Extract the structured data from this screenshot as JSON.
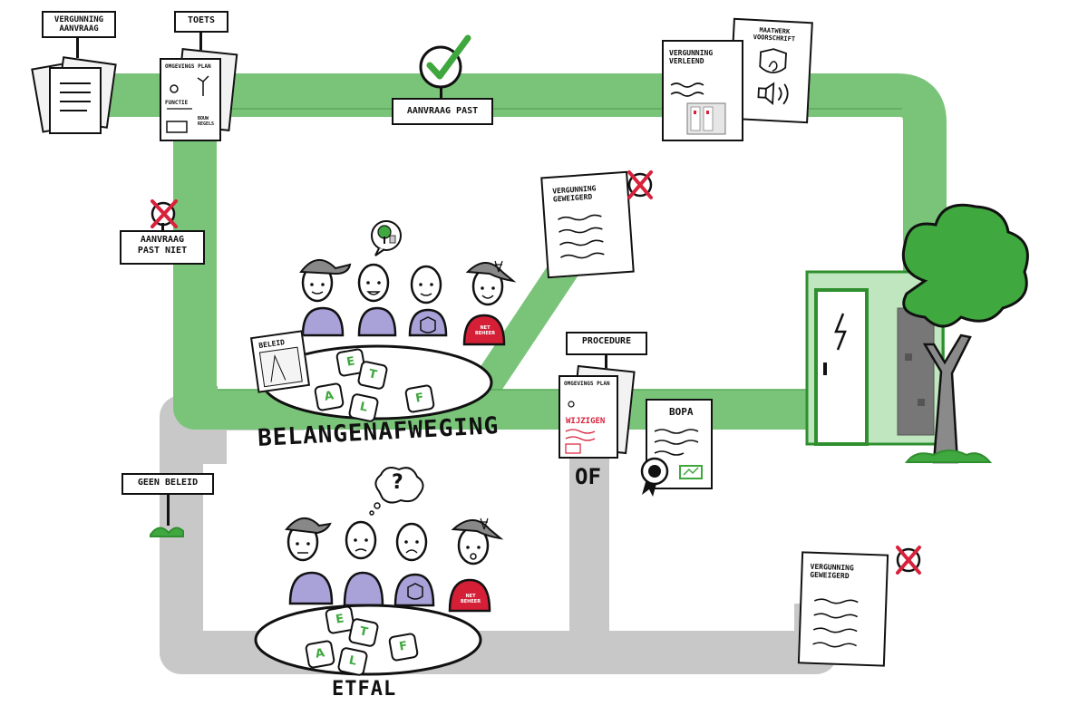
{
  "signs": {
    "vergunning_aanvraag": "VERGUNNING AANVRAAG",
    "toets": "TOETS",
    "aanvraag_past": "AANVRAAG PAST",
    "aanvraag_past_niet": "AANVRAAG PAST NIET",
    "procedure": "PROCEDURE",
    "geen_beleid": "GEEN BELEID"
  },
  "documents": {
    "omgevingsplan_toets": {
      "title": "OMGEVINGS PLAN",
      "line1": "FUNCTIE",
      "line2": "BOUW REGELS"
    },
    "vergunning_verleend": "VERGUNNING VERLEEND",
    "maatwerk_voorschrift": "MAATWERK VOORSCHRIFT",
    "vergunning_geweigerd_top": "VERGUNNING GEWEIGERD",
    "vergunning_geweigerd_bottom": "VERGUNNING GEWEIGERD",
    "beleid": "BELEID",
    "omgevingsplan_procedure": {
      "title": "OMGEVINGS PLAN",
      "action": "WIJZIGEN"
    },
    "bopa": "BOPA"
  },
  "labels": {
    "belangenafweging": "BELANGENAFWEGING",
    "etfal": "ETFAL",
    "of": "OF",
    "net_beheer": "NET BEHEER",
    "question": "?"
  },
  "puzzle_letters": [
    "E",
    "T",
    "A",
    "L",
    "F"
  ],
  "colors": {
    "green_path": "#7ac47a",
    "gray_path": "#c8c8c8",
    "accent_green": "#3ea83e",
    "cross_red": "#d8213a",
    "person_purple": "#a9a2d9",
    "netbeheer_red": "#d41f36",
    "tree_green": "#3fa83f"
  }
}
